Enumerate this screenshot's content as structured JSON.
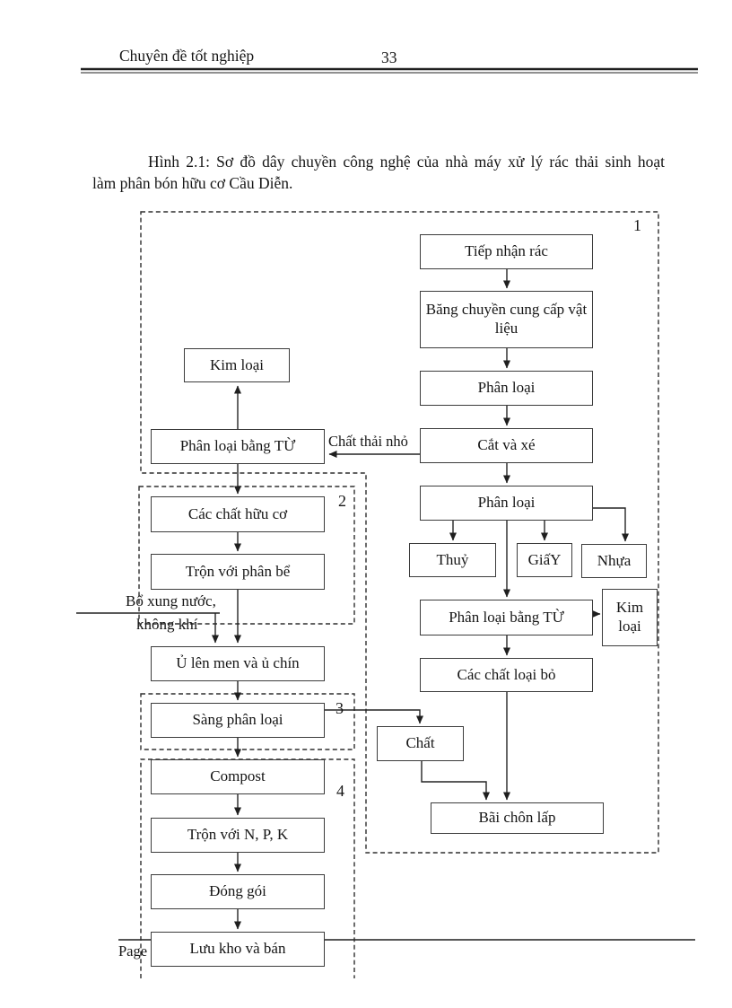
{
  "header": {
    "title": "Chuyên đề tốt nghiệp",
    "page_number": "33"
  },
  "caption": {
    "line1": "Hình 2.1: Sơ đồ dây chuyền công nghệ của nhà máy xử lý rác thải sinh hoạt",
    "line2": "làm phân bón hữu cơ Cầu Diễn."
  },
  "footer": {
    "label": "Page"
  },
  "diagram": {
    "regions": {
      "r1": "1",
      "r2": "2",
      "r3": "3",
      "r4": "4"
    },
    "boxes": {
      "tiep_nhan_rac": "Tiếp nhận rác",
      "bang_chuyen": "Băng chuyền cung cấp vật liệu",
      "phan_loai_1": "Phân loại",
      "cat_va_xe": "Cắt và xé",
      "phan_loai_2": "Phân loại",
      "thuy": "Thuỷ",
      "giay": "GiấY",
      "nhua": "Nhựa",
      "phan_loai_tu_phai": "Phân loại bằng TỪ",
      "kim_loai_phai": "Kim loại",
      "cac_chat_loai_bo": "Các chất loại bỏ",
      "chat": "Chất",
      "bai_chon_lap": "Bãi chôn lấp",
      "kim_loai_trai": "Kim loại",
      "phan_loai_tu_trai": "Phân loại bằng TỪ",
      "cac_chat_huu_co": "Các chất hữu cơ",
      "tron_phan_be": "Trộn với phân bể",
      "u_len_men": "Ủ lên men và ủ chín",
      "sang_phan_loai": "Sàng phân loại",
      "compost": "Compost",
      "tron_npk": "Trộn với N, P, K",
      "dong_goi": "Đóng gói",
      "luu_kho": "Lưu kho và bán"
    },
    "labels": {
      "chat_thai_nho": "Chất thải nhỏ",
      "bo_xung_1": "Bổ xung nước,",
      "bo_xung_2": "không khí"
    }
  }
}
